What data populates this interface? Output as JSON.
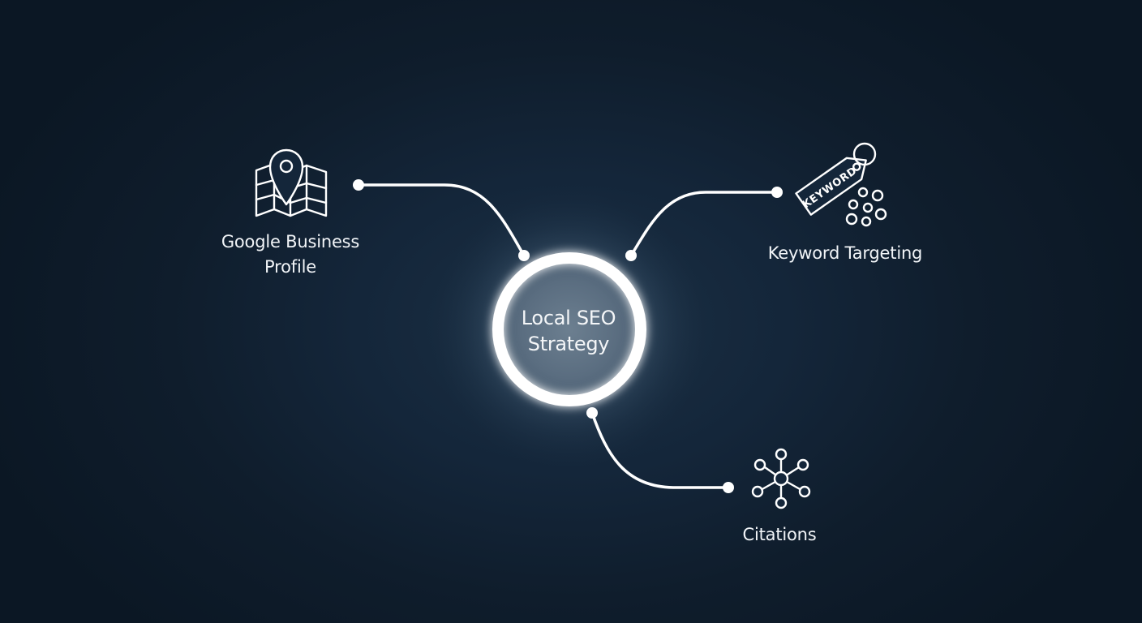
{
  "center": {
    "line1": "Local SEO",
    "line2": "Strategy"
  },
  "nodes": [
    {
      "id": "google-business-profile",
      "line1": "Google Business",
      "line2": "Profile",
      "icon": "map-pin-icon"
    },
    {
      "id": "keyword-targeting",
      "line1": "Keyword Targeting",
      "icon": "keyword-tag-icon",
      "tag_text": "KEYWORD"
    },
    {
      "id": "citations",
      "line1": "Citations",
      "icon": "network-hub-icon"
    }
  ],
  "colors": {
    "background": "#0f1d2c",
    "line": "#ffffff",
    "text": "#f2f5f8"
  }
}
